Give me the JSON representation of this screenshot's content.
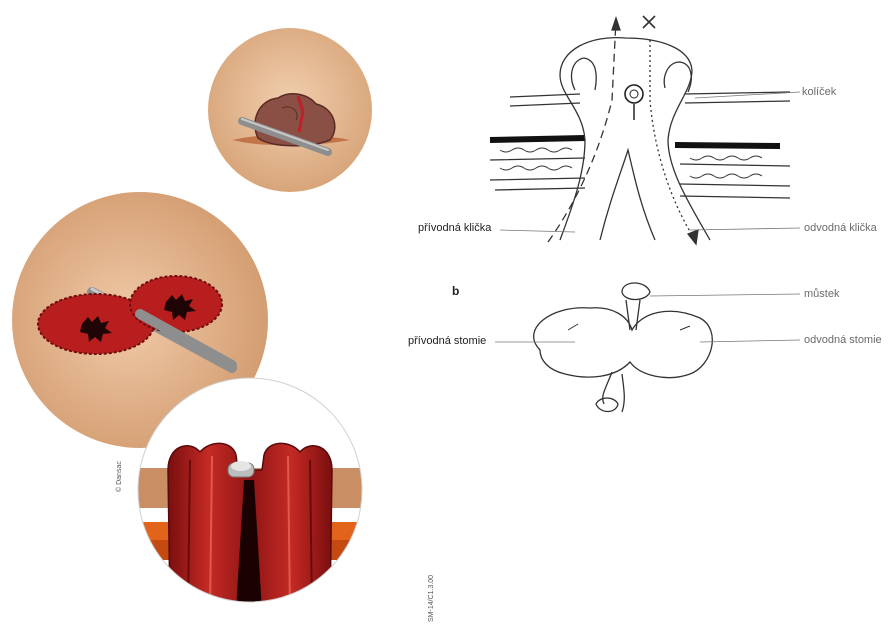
{
  "labels": {
    "kolicek": "kolíček",
    "privodna_klicka": "přívodná klička",
    "odvodna_klicka": "odvodná klička",
    "mustek": "můstek",
    "privodna_stomie": "přívodná stomie",
    "odvodna_stomie": "odvodná stomie",
    "panel_b": "b",
    "x_mark": "X"
  },
  "credit": "© Dansac",
  "ref_code": "SM-14/C1.3.00",
  "colors": {
    "skin": "#e3b58c",
    "stoma_red": "#b01d1d",
    "stoma_dark": "#6f0c0c",
    "rod_gray": "#9b9b9b",
    "line_art": "#333333"
  }
}
